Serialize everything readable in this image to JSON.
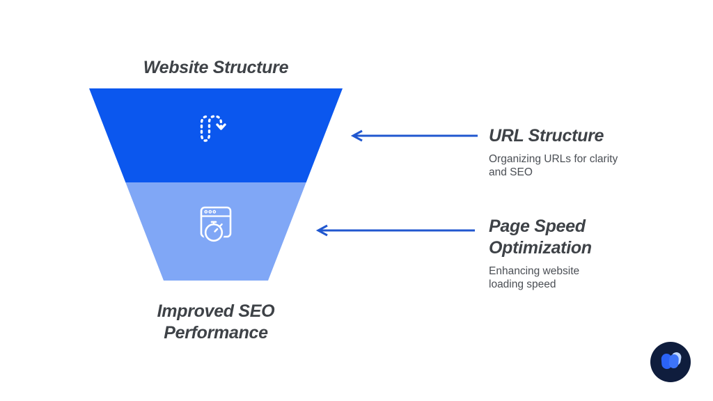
{
  "title": "Website Structure",
  "funnel": {
    "stages": [
      {
        "icon": "route-icon",
        "color": "#0B57EE",
        "label": "URL Structure"
      },
      {
        "icon": "browser-stopwatch-icon",
        "color": "#80A7F6",
        "label": "Page Speed Optimization"
      }
    ],
    "result": {
      "lines": [
        "Improved SEO",
        "Performance"
      ]
    }
  },
  "annotations": [
    {
      "heading_lines": [
        "URL Structure"
      ],
      "description_lines": [
        "Organizing URLs for clarity",
        "and SEO"
      ]
    },
    {
      "heading_lines": [
        "Page Speed",
        "Optimization"
      ],
      "description_lines": [
        "Enhancing website",
        "loading speed"
      ]
    }
  ],
  "colors": {
    "stage1": "#0B57EE",
    "stage2": "#80A7F6",
    "arrow": "#2057CF",
    "heading_text": "#3E4247",
    "body_text": "#4A4E54",
    "background": "#FFFFFF",
    "logo_bg": "#0F1D3D",
    "logo_blue": "#2B63F6",
    "logo_blue2": "#3D74F8",
    "logo_light_blue": "#BFD6FB"
  },
  "logo": {
    "name": "whimsical-logo"
  }
}
